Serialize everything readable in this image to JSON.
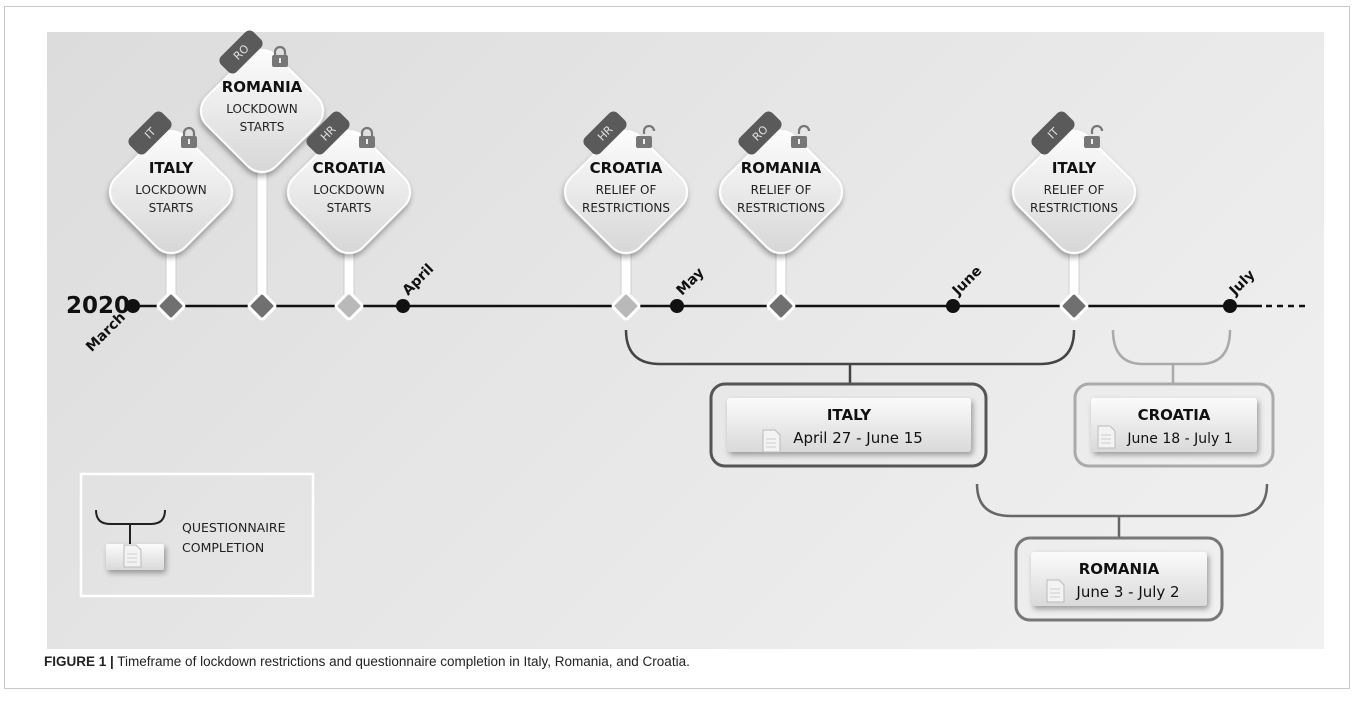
{
  "year": "2020",
  "months": [
    "March",
    "April",
    "May",
    "June",
    "July"
  ],
  "events": [
    {
      "code": "IT",
      "country": "ITALY",
      "line1": "LOCKDOWN",
      "line2": "STARTS",
      "lock": "locked"
    },
    {
      "code": "RO",
      "country": "ROMANIA",
      "line1": "LOCKDOWN",
      "line2": "STARTS",
      "lock": "locked"
    },
    {
      "code": "HR",
      "country": "CROATIA",
      "line1": "LOCKDOWN",
      "line2": "STARTS",
      "lock": "locked"
    },
    {
      "code": "HR",
      "country": "CROATIA",
      "line1": "RELIEF OF",
      "line2": "RESTRICTIONS",
      "lock": "unlocked"
    },
    {
      "code": "RO",
      "country": "ROMANIA",
      "line1": "RELIEF OF",
      "line2": "RESTRICTIONS",
      "lock": "unlocked"
    },
    {
      "code": "IT",
      "country": "ITALY",
      "line1": "RELIEF OF",
      "line2": "RESTRICTIONS",
      "lock": "unlocked"
    }
  ],
  "periods": [
    {
      "country": "ITALY",
      "dates": "April 27 - June 15"
    },
    {
      "country": "CROATIA",
      "dates": "June 18 - July 1"
    },
    {
      "country": "ROMANIA",
      "dates": "June 3 - July 2"
    }
  ],
  "legend": {
    "line1": "QUESTIONNAIRE",
    "line2": "COMPLETION",
    "icon": "document-icon"
  },
  "caption": {
    "label": "FIGURE 1 |",
    "text": " Timeframe of lockdown restrictions and questionnaire completion in Italy, Romania, and Croatia."
  },
  "colors": {
    "marker_dark": "#707070",
    "marker_light": "#b9b9b9",
    "tag_dark": "#5a5a5a",
    "box_border": "#555555"
  }
}
